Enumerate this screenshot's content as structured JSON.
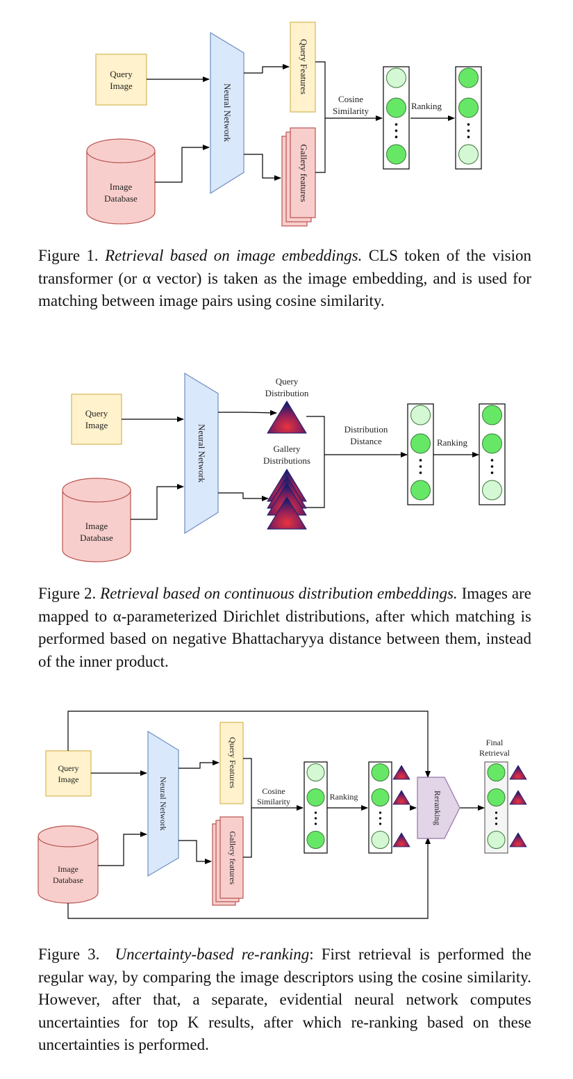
{
  "common": {
    "query_image": [
      "Query",
      "Image"
    ],
    "image_database": [
      "Image",
      "Database"
    ],
    "neural_network": "Neural Network",
    "query_features": "Query Features",
    "gallery_features": "Gallery features",
    "cosine_similarity": [
      "Cosine",
      "Similarity"
    ],
    "ranking": "Ranking"
  },
  "figure2": {
    "query_distribution": [
      "Query",
      "Distribution"
    ],
    "gallery_distributions": [
      "Gallery",
      "Distributions"
    ],
    "distribution_distance": [
      "Distribution",
      "Distance"
    ]
  },
  "figure3": {
    "reranking": "Reranking",
    "final_retrieval": [
      "Final",
      "Retrieval"
    ]
  },
  "captions": {
    "fig1": {
      "label": "Figure 1.",
      "title": "Retrieval based on image embeddings.",
      "body": "CLS token of the vision transformer (or α vector) is taken as the image embedding, and is used for matching between image pairs using cosine similarity."
    },
    "fig2": {
      "label": "Figure 2.",
      "title": "Retrieval based on continuous distribution embeddings.",
      "body": "Images are mapped to α-parameterized Dirichlet distributions, after which matching is performed based on negative Bhattacharyya distance between them, instead of the inner product."
    },
    "fig3": {
      "label": "Figure 3.",
      "title": "Uncertainty-based re-ranking",
      "body": ": First retrieval is performed the regular way, by comparing the image descriptors using the cosine similarity. However, after that, a separate, evidential neural network computes uncertainties for top K results, after which re-ranking based on these uncertainties is performed."
    }
  },
  "colors": {
    "query_fill": "#fff2cc",
    "query_stroke": "#d6b656",
    "db_fill": "#f8cecc",
    "db_stroke": "#b85450",
    "nn_fill": "#dae8fc",
    "nn_stroke": "#6c8ebf",
    "rerank_fill": "#e1d5e7",
    "rerank_stroke": "#9673a6",
    "circle_dark": "#66e866",
    "circle_light": "#d4f7d4",
    "circle_stroke": "#3a7a3a"
  }
}
